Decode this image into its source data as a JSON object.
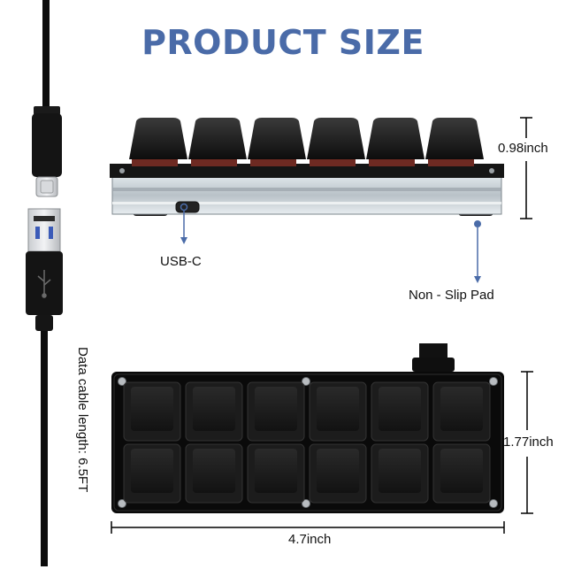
{
  "title": "PRODUCT SIZE",
  "colors": {
    "title": "#4a6ba8",
    "pointer": "#4a6ba8",
    "keycap": "#161616",
    "dimension_line": "#000000"
  },
  "labels": {
    "height": "0.98inch",
    "usb_port": "USB-C",
    "slip_pad": "Non - Slip Pad",
    "depth": "1.77inch",
    "width": "4.7inch",
    "cable_length": "Data cable length: 6.5FT"
  },
  "icons": {
    "usb_symbol": "usb-icon"
  }
}
